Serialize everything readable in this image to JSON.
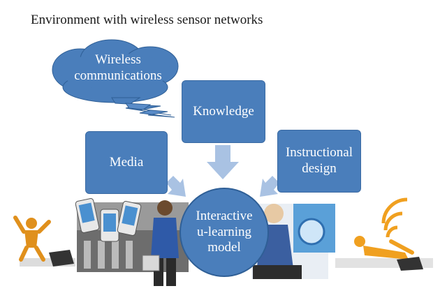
{
  "title": "Environment with wireless sensor networks",
  "cloud": {
    "text_line1": "Wireless",
    "text_line2": "communications"
  },
  "boxes": {
    "knowledge": "Knowledge",
    "media": "Media",
    "instructional_line1": "Instructional",
    "instructional_line2": "design"
  },
  "center": {
    "line1": "Interactive",
    "line2": "u-learning",
    "line3": "model"
  },
  "colors": {
    "box_fill": "#4a7ebb",
    "arrow_fill": "#a9c2e3",
    "cloud_fill": "#4a7ebb"
  }
}
